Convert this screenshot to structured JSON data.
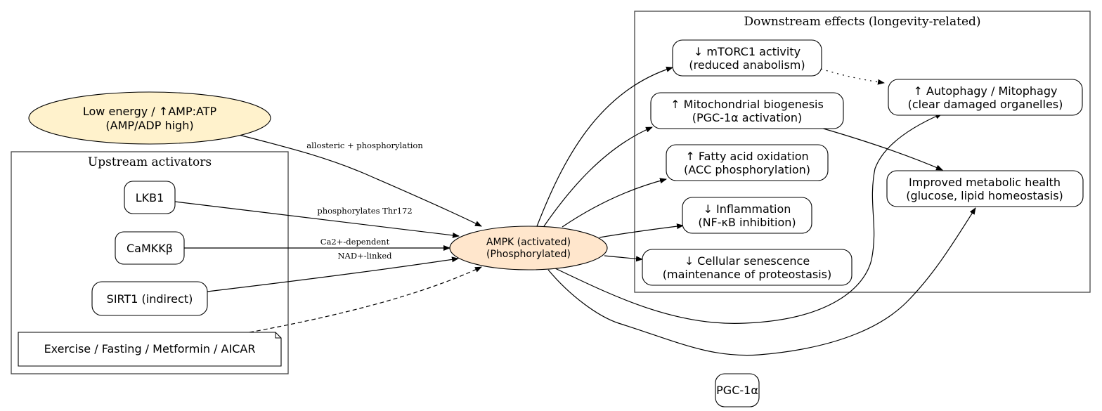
{
  "colors": {
    "low_energy_fill": "#fff2cc",
    "ampk_fill": "#ffe6cc",
    "stroke": "#000000",
    "background": "#ffffff"
  },
  "clusters": {
    "upstream": {
      "title": "Upstream activators"
    },
    "downstream": {
      "title": "Downstream effects (longevity-related)"
    }
  },
  "nodes": {
    "low_energy": {
      "line1": "Low energy / ↑AMP:ATP",
      "line2": "(AMP/ADP high)"
    },
    "lkb1": {
      "line1": "LKB1"
    },
    "camkk": {
      "line1": "CaMKKβ"
    },
    "sirt1": {
      "line1": "SIRT1 (indirect)"
    },
    "exercise": {
      "line1": "Exercise / Fasting / Metformin / AICAR"
    },
    "ampk": {
      "line1": "AMPK (activated)",
      "line2": "(Phosphorylated)"
    },
    "mtorc1": {
      "line1": "↓ mTORC1 activity",
      "line2": "(reduced anabolism)"
    },
    "mito": {
      "line1": "↑ Mitochondrial biogenesis",
      "line2": "(PGC-1α activation)"
    },
    "fao": {
      "line1": "↑ Fatty acid oxidation",
      "line2": "(ACC phosphorylation)"
    },
    "inflam": {
      "line1": "↓ Inflammation",
      "line2": "(NF-κB inhibition)"
    },
    "senescence": {
      "line1": "↓ Cellular senescence",
      "line2": "(maintenance of proteostasis)"
    },
    "autophagy": {
      "line1": "↑ Autophagy / Mitophagy",
      "line2": "(clear damaged organelles)"
    },
    "metabolic": {
      "line1": "Improved metabolic health",
      "line2": "(glucose, lipid homeostasis)"
    },
    "pgc1a": {
      "line1": "PGC-1α"
    }
  },
  "edges": {
    "low_energy_to_ampk": {
      "label": "allosteric + phosphorylation",
      "style": "solid"
    },
    "lkb1_to_ampk": {
      "label": "phosphorylates Thr172",
      "style": "solid"
    },
    "camkk_to_ampk": {
      "label": "Ca2+-dependent",
      "style": "solid"
    },
    "sirt1_to_ampk": {
      "label": "NAD+-linked",
      "style": "solid"
    },
    "exercise_to_ampk": {
      "label": "",
      "style": "dashed"
    },
    "ampk_to_mtorc1": {
      "label": "",
      "style": "solid"
    },
    "ampk_to_mito": {
      "label": "",
      "style": "solid"
    },
    "ampk_to_fao": {
      "label": "",
      "style": "solid"
    },
    "ampk_to_inflam": {
      "label": "",
      "style": "solid"
    },
    "ampk_to_senescence": {
      "label": "",
      "style": "solid"
    },
    "ampk_to_autophagy": {
      "label": "",
      "style": "solid"
    },
    "ampk_to_metabolic": {
      "label": "",
      "style": "solid"
    },
    "mtorc1_to_autophagy": {
      "label": "",
      "style": "dotted"
    },
    "mito_to_metabolic": {
      "label": "",
      "style": "solid"
    }
  }
}
